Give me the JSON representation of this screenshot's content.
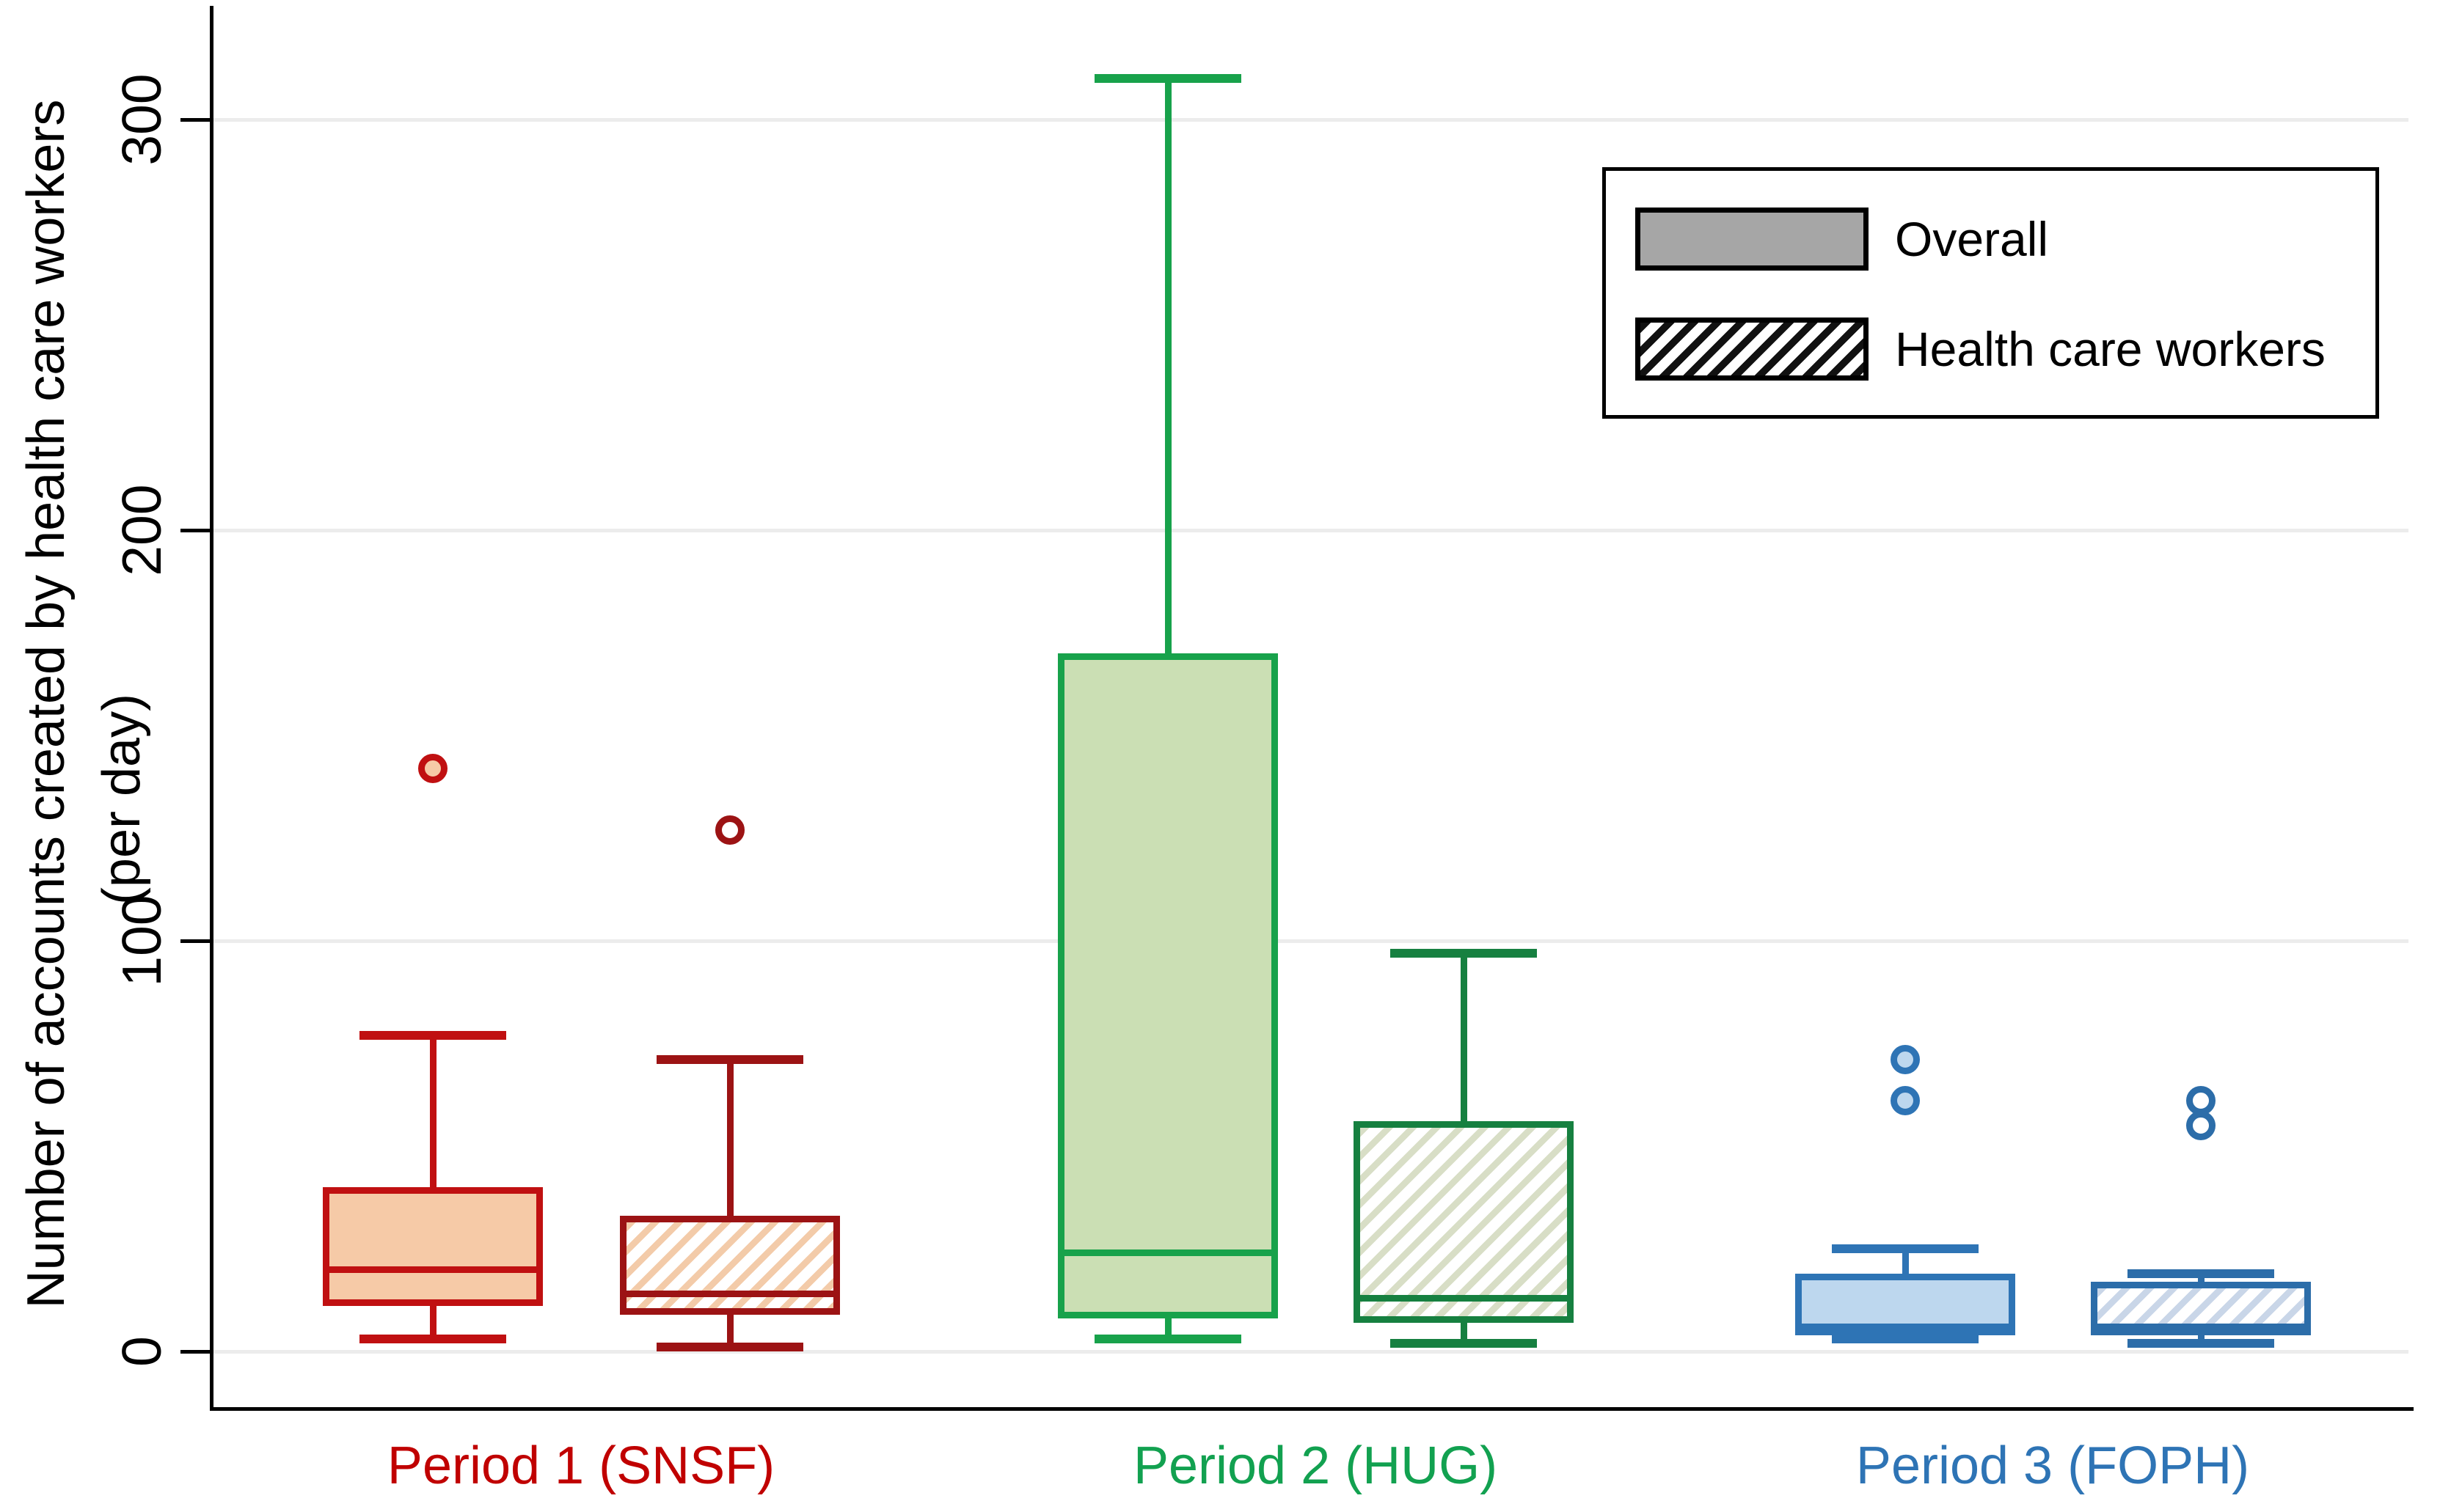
{
  "figure": {
    "ylabel_line1": "Number of accounts created by health care workers",
    "ylabel_line2": "(per day)"
  },
  "legend": {
    "items": [
      {
        "label": "Overall",
        "swatch": "solid-gray"
      },
      {
        "label": "Health care workers",
        "swatch": "hatched"
      }
    ]
  },
  "chart_data": {
    "type": "box",
    "title": "",
    "xlabel": "",
    "ylabel": "Number of accounts created by health care workers (per day)",
    "ylim": [
      0,
      330
    ],
    "yticks": [
      0,
      100,
      200,
      300
    ],
    "grid": true,
    "legend_position": "top-right",
    "categories": [
      "Period 1 (SNSF)",
      "Period 2 (HUG)",
      "Period 3 (FOPH)"
    ],
    "category_colors": [
      "#c00000",
      "#12a150",
      "#2e74b5"
    ],
    "box_styles": [
      {
        "line_overall": "#c01011",
        "line_hcw": "#9c1314",
        "fill": "#f6caa7",
        "stripe": "#f3cba9"
      },
      {
        "line_overall": "#18a24b",
        "line_hcw": "#168040",
        "fill": "#cbdfb4",
        "stripe": "#d8dec6"
      },
      {
        "line_overall": "#2e74b5",
        "line_hcw": "#2c6da9",
        "fill": "#bdd7ee",
        "stripe": "#c9d6e8"
      }
    ],
    "series": [
      {
        "name": "Overall",
        "style": "solid",
        "boxes": [
          {
            "category": "Period 1 (SNSF)",
            "low": 3,
            "q1": 11,
            "median": 20,
            "q3": 40,
            "high": 77,
            "outliers": [
              142
            ]
          },
          {
            "category": "Period 2 (HUG)",
            "low": 3,
            "q1": 8,
            "median": 24,
            "q3": 170,
            "high": 310,
            "outliers": []
          },
          {
            "category": "Period 3 (FOPH)",
            "low": 3,
            "q1": 4,
            "median": 6,
            "q3": 19,
            "high": 25,
            "outliers": [
              71,
              61
            ]
          }
        ]
      },
      {
        "name": "Health care workers",
        "style": "hatched",
        "boxes": [
          {
            "category": "Period 1 (SNSF)",
            "low": 1,
            "q1": 9,
            "median": 14,
            "q3": 33,
            "high": 71,
            "outliers": [
              127
            ]
          },
          {
            "category": "Period 2 (HUG)",
            "low": 2,
            "q1": 7,
            "median": 13,
            "q3": 56,
            "high": 97,
            "outliers": []
          },
          {
            "category": "Period 3 (FOPH)",
            "low": 2,
            "q1": 4,
            "median": 6,
            "q3": 17,
            "high": 19,
            "outliers": [
              61,
              55
            ]
          }
        ]
      }
    ]
  }
}
